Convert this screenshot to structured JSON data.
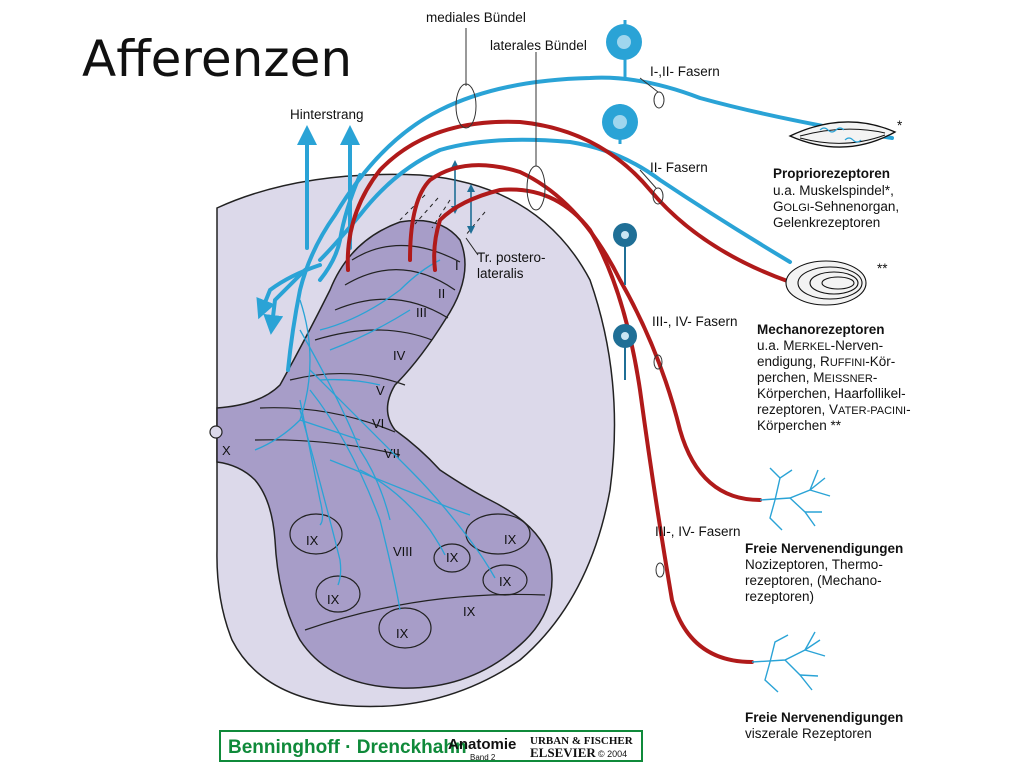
{
  "title": "Afferenzen",
  "top_labels": {
    "medial": "mediales Bündel",
    "lateral": "laterales Bündel",
    "hinterstrang": "Hinterstrang",
    "tract_1": "Tr. postero-",
    "tract_2": "lateralis"
  },
  "fibers": {
    "f1": "I-,II- Fasern",
    "f2": "II- Fasern",
    "f3": "III-, IV- Fasern",
    "f4": "III-, IV- Fasern"
  },
  "laminae": {
    "I": "I",
    "II": "II",
    "III": "III",
    "IV": "IV",
    "V": "V",
    "VI": "VI",
    "VII": "VII",
    "VIII": "VIII",
    "IX": "IX",
    "X": "X"
  },
  "receptors": {
    "proprio": {
      "marker": "*",
      "title": "Propriorezeptoren",
      "l1": "u.a. Muskelspindel*,",
      "l2a": "G",
      "l2b": "OLGI",
      "l2c": "-Sehnenorgan,",
      "l3": "Gelenkrezeptoren"
    },
    "mechano": {
      "marker": "**",
      "title": "Mechanorezeptoren",
      "l1a": "u.a. M",
      "l1b": "ERKEL",
      "l1c": "-Nerven-",
      "l2a": "endigung, R",
      "l2b": "UFFINI",
      "l2c": "-Kör-",
      "l3a": "perchen, M",
      "l3b": "EISSNER",
      "l3c": "-",
      "l4": "Körperchen, Haarfollikel-",
      "l5a": "rezeptoren, V",
      "l5b": "ATER-PACINI",
      "l5c": "-",
      "l6": "Körperchen **"
    },
    "free1": {
      "title": "Freie Nervenendigungen",
      "l1": "Nozizeptoren, Thermo-",
      "l2": "rezeptoren, (Mechano-",
      "l3": "rezeptoren)"
    },
    "free2": {
      "title": "Freie Nervenendigungen",
      "l1": "viszerale Rezeptoren"
    }
  },
  "footer": {
    "book": "Benninghoff · Drenckhahn",
    "anatomie": "Anatomie",
    "band": "Band 2",
    "publisher1": "URBAN & FISCHER",
    "publisher2": "ELSEVIER",
    "copyright": "© 2004"
  },
  "colors": {
    "blue_fiber": "#2aa3d6",
    "red_fiber": "#b01a1a",
    "grey_matter": "#a79dc8",
    "white_matter": "#dcd9ea",
    "logo_green": "#0f8a3a"
  }
}
